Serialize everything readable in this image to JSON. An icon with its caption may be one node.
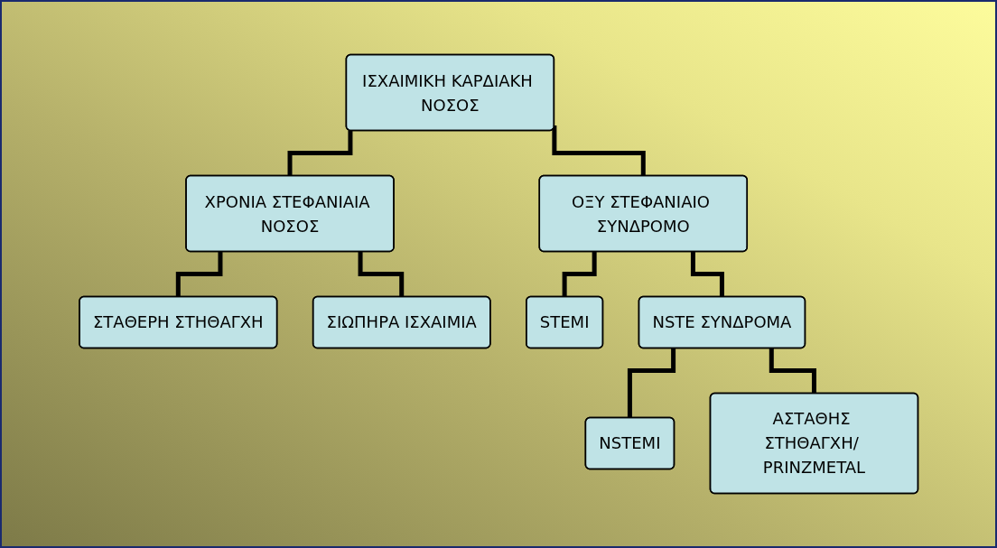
{
  "diagram": {
    "nodes": [
      {
        "text": [
          "ΙΣΧΑΙΜΙΚΗ ΚΑΡΔΙΑΚΗ ΝΟΣΟΣ"
        ]
      },
      {
        "text": [
          "ΧΡΟΝΙΑ ΣΤΕΦΑΝΙΑΙΑ ΝΟΣΟΣ"
        ]
      },
      {
        "text": [
          "ΣΤΑΘΕΡΗ ΣΤΗΘΑΓΧΗ"
        ]
      },
      {
        "text": [
          "ΣΙΩΠΗΡΑ ΙΣΧΑΙΜΙΑ"
        ]
      },
      {
        "text": [
          "ΟΞΥ ΣΤΕΦΑΝΙΑΙΟ ΣΥΝΔΡΟΜΟ"
        ]
      },
      {
        "text": [
          "STEMI"
        ]
      },
      {
        "text": [
          "NSTE ΣΥΝΔΡΟΜΑ"
        ]
      },
      {
        "text": [
          "NSTEMI"
        ]
      },
      {
        "text": [
          "ΑΣΤΑΘΗΣ ΣΤΗΘΑΓΧΗ/ PRINZMETAL"
        ]
      }
    ],
    "edges": [
      {
        "from": 0,
        "to": 1,
        "arrow": "none"
      },
      {
        "from": 0,
        "to": 4,
        "arrow": "none"
      },
      {
        "from": 1,
        "to": 2,
        "arrow": "none"
      },
      {
        "from": 1,
        "to": 3,
        "arrow": "none"
      },
      {
        "from": 4,
        "to": 5,
        "arrow": "none"
      },
      {
        "from": 4,
        "to": 6,
        "arrow": "none"
      },
      {
        "from": 6,
        "to": 7,
        "arrow": "none"
      },
      {
        "from": 6,
        "to": 8,
        "arrow": "none"
      }
    ]
  }
}
